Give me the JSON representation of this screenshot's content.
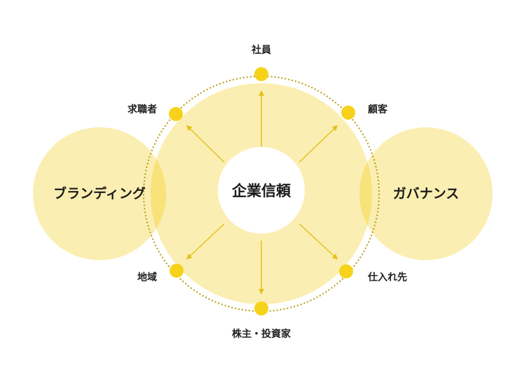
{
  "center": {
    "label": "企業信頼"
  },
  "left_circle": {
    "label": "ブランディング"
  },
  "right_circle": {
    "label": "ガバナンス"
  },
  "stakeholders": [
    {
      "id": "employees",
      "label": "社員"
    },
    {
      "id": "customers",
      "label": "顧客"
    },
    {
      "id": "suppliers",
      "label": "仕入れ先"
    },
    {
      "id": "shareholders",
      "label": "株主・投資家"
    },
    {
      "id": "community",
      "label": "地域"
    },
    {
      "id": "job-seekers",
      "label": "求職者"
    }
  ],
  "colors": {
    "circle_fill": "#fbeeb2",
    "overlap_fill": "#f8e27a",
    "node_fill": "#f6d21a",
    "arrow": "#e2c21e",
    "ring_dotted": "#b59c12",
    "center_fill": "#ffffff",
    "text": "#1a1a1a"
  }
}
